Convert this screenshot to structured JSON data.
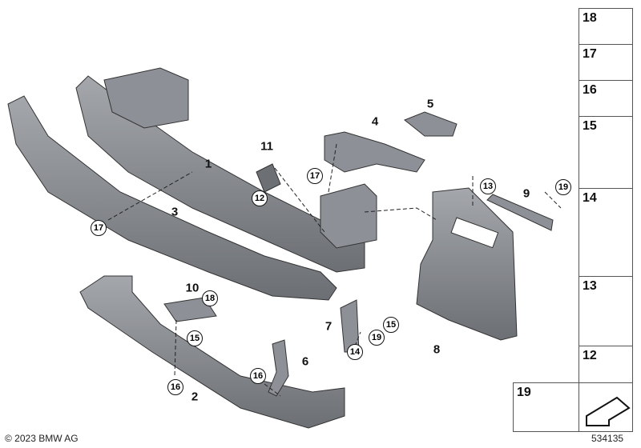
{
  "callouts": {
    "part_1": "1",
    "part_2": "2",
    "part_3": "3",
    "part_4": "4",
    "part_5": "5",
    "part_6": "6",
    "part_7": "7",
    "part_8": "8",
    "part_9": "9",
    "part_10": "10",
    "part_11": "11"
  },
  "circled": [
    "17",
    "12",
    "17",
    "13",
    "19",
    "18",
    "15",
    "16",
    "15",
    "19",
    "14",
    "16"
  ],
  "legend": [
    "18",
    "17",
    "16",
    "15",
    "14",
    "13",
    "12",
    "19"
  ],
  "footer": {
    "copyright": "© 2023 BMW AG",
    "image_number": "534135"
  },
  "colors": {
    "part_fill": "#8d9096",
    "part_dark": "#5f6267",
    "outline": "#222222"
  }
}
